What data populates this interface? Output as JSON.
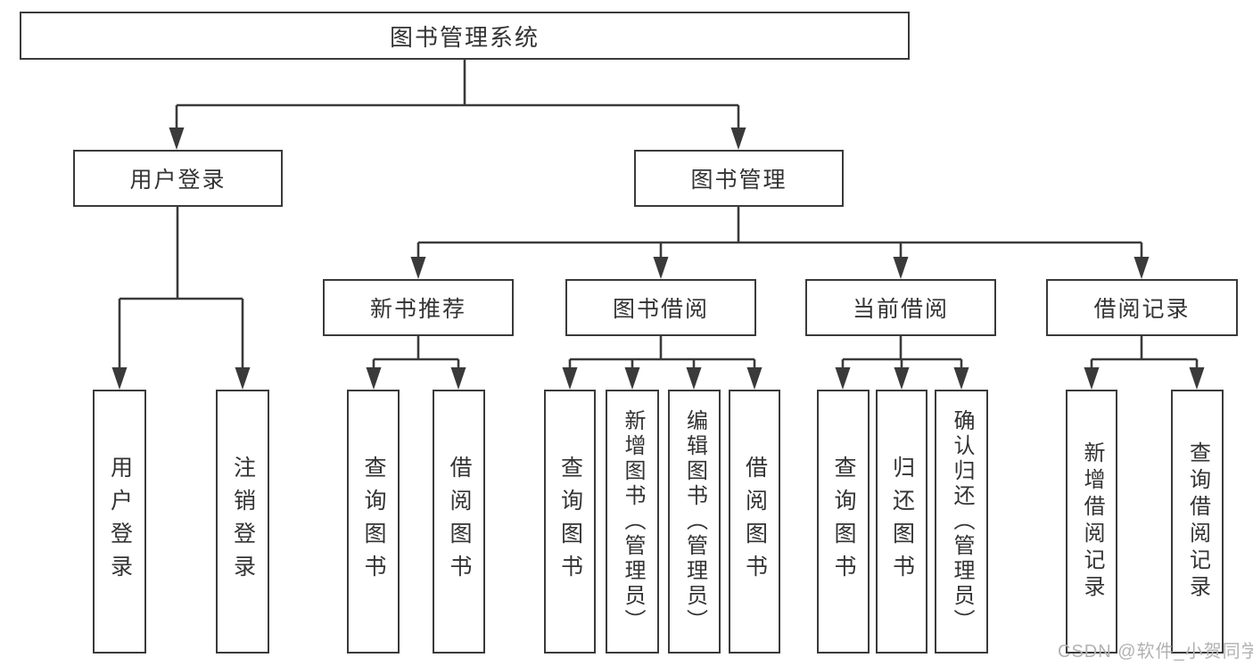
{
  "tree": {
    "root": {
      "label": "图书管理系统"
    },
    "branches": [
      {
        "label": "用户登录",
        "children": [
          {
            "label": "用户登录"
          },
          {
            "label": "注销登录"
          }
        ]
      },
      {
        "label": "图书管理",
        "children": [
          {
            "label": "新书推荐",
            "children": [
              {
                "label": "查询图书"
              },
              {
                "label": "借阅图书"
              }
            ]
          },
          {
            "label": "图书借阅",
            "children": [
              {
                "label": "查询图书"
              },
              {
                "label": "新增图书（管理员）"
              },
              {
                "label": "编辑图书（管理员）"
              },
              {
                "label": "借阅图书"
              }
            ]
          },
          {
            "label": "当前借阅",
            "children": [
              {
                "label": "查询图书"
              },
              {
                "label": "归还图书"
              },
              {
                "label": "确认归还（管理员）"
              }
            ]
          },
          {
            "label": "借阅记录",
            "children": [
              {
                "label": "新增借阅记录"
              },
              {
                "label": "查询借阅记录"
              }
            ]
          }
        ]
      }
    ]
  },
  "watermark": {
    "text": "CSDN @软件_小贺同学"
  },
  "colors": {
    "line": "#3a3a3a",
    "text": "#333333",
    "watermark": "#b2b2b2",
    "background": "#ffffff"
  }
}
